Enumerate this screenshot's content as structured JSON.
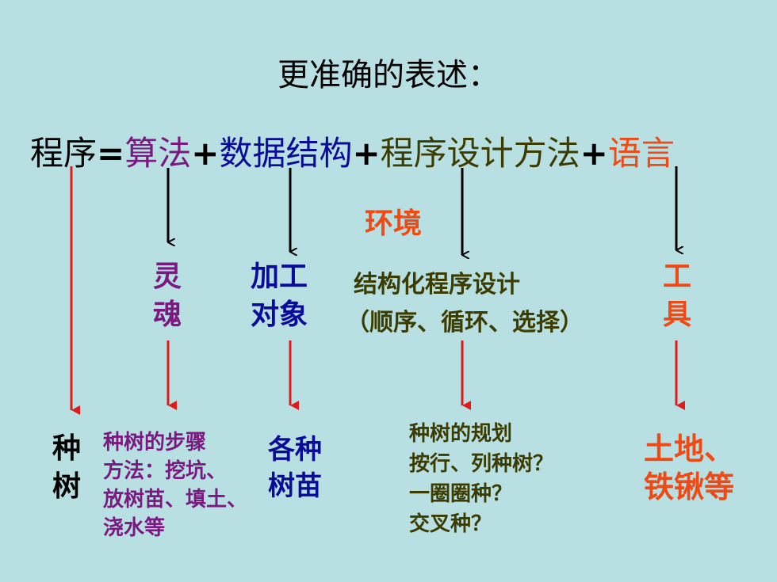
{
  "colors": {
    "background": "#b8e0e3",
    "black": "#000000",
    "purple": "#7a1a80",
    "blue": "#0b0b99",
    "olive": "#3c3c00",
    "orange": "#ee4a16",
    "red_arrow": "#e11a1a"
  },
  "title": "更准确的表述：",
  "formula": {
    "program": "程序",
    "eq": "=",
    "algorithm": "算法",
    "plus1": "+",
    "data_structure": "数据结构",
    "plus2": "+",
    "method": "程序设计方法",
    "plus3": "+",
    "language": "语言"
  },
  "environment": "环境",
  "meanings": {
    "soul_line1": "灵",
    "soul_line2": "魂",
    "object_line1": "加工",
    "object_line2": "对象",
    "structured_line1": "结构化程序设计",
    "structured_line2": "（顺序、循环、选择）",
    "tool_line1": "工",
    "tool_line2": "具"
  },
  "analogy": {
    "plant_line1": "种",
    "plant_line2": "树",
    "steps": [
      "种树的步骤",
      "方法：挖坑、",
      "放树苗、填土、",
      "浇水等"
    ],
    "seedling_line1": "各种",
    "seedling_line2": "树苗",
    "plan": [
      "种树的规划",
      "按行、列种树？",
      "一圈圈种？",
      "交叉种？"
    ],
    "land_line1": "土地、",
    "land_line2": "铁锹等"
  }
}
